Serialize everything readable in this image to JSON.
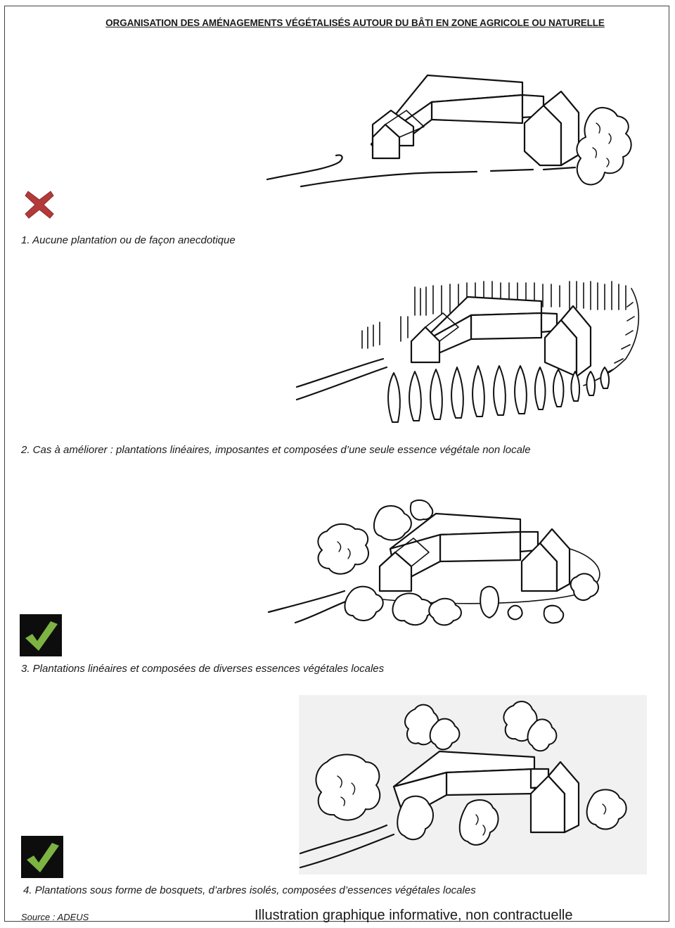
{
  "page": {
    "title": "ORGANISATION DES AMÉNAGEMENTS VÉGÉTALISÉS AUTOUR DU BÂTI EN ZONE AGRICOLE OU NATURELLE",
    "source": "Source : ADEUS",
    "note": "Illustration graphique informative, non contractuelle"
  },
  "cases": [
    {
      "caption": "1. Aucune plantation ou de façon anecdotique",
      "verdict": "cross-icon",
      "verdict_color": "#b33a3a"
    },
    {
      "caption": "2. Cas à améliorer : plantations linéaires, imposantes et composées d’une seule essence végétale non locale",
      "verdict": "",
      "verdict_color": ""
    },
    {
      "caption": "3. Plantations linéaires et composées de diverses essences végétales locales",
      "verdict": "check-icon",
      "verdict_color": "#7cb342"
    },
    {
      "caption": "4. Plantations sous forme de bosquets, d’arbres isolés, composées d’essences végétales locales",
      "verdict": "check-icon",
      "verdict_color": "#7cb342"
    }
  ]
}
